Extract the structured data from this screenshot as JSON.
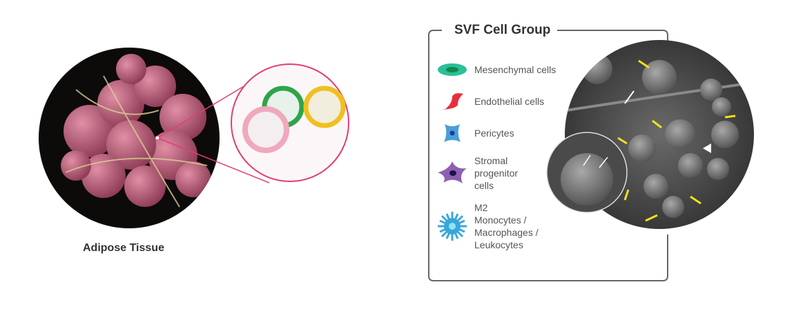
{
  "left": {
    "caption": "Adipose Tissue"
  },
  "svf": {
    "title": "SVF Cell Group",
    "cells": [
      {
        "label": "Mesenchymal cells",
        "icon": "mesenchymal-cell-icon",
        "color": "#2bbf9a"
      },
      {
        "label": "Endothelial cells",
        "icon": "endothelial-cell-icon",
        "color": "#e8303a"
      },
      {
        "label": "Pericytes",
        "icon": "pericyte-icon",
        "color": "#4a9fd8"
      },
      {
        "label_lines": [
          "Stromal",
          "progenitor",
          "cells"
        ],
        "icon": "stromal-progenitor-cell-icon",
        "color": "#8e5fb0"
      },
      {
        "label_lines": [
          "M2",
          "Monocytes /",
          "Macrophages /",
          "Leukocytes"
        ],
        "icon": "macrophage-icon",
        "color": "#3aa7d9"
      }
    ]
  },
  "colors": {
    "accent_pink": "#e23d74",
    "box_border": "#666666",
    "arrow_yellow": "#f2e01c"
  }
}
